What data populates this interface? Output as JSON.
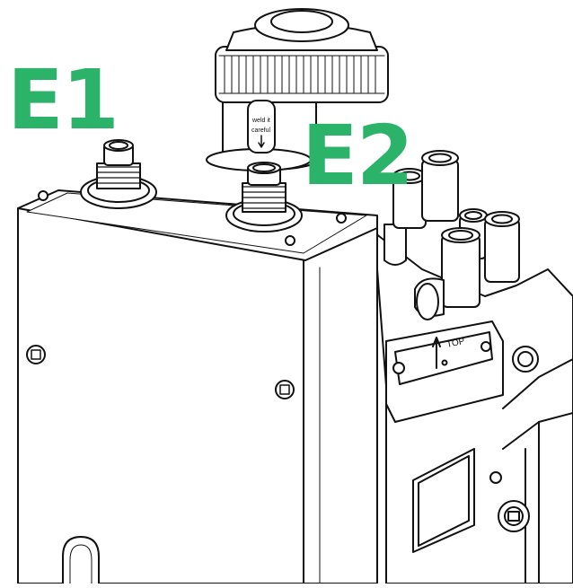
{
  "labels": {
    "e1": "E1",
    "e2": "E2"
  },
  "engraving": {
    "top_marker": "TOP",
    "lens_label_line1": "weld it",
    "lens_label_line2": "careful"
  },
  "colors": {
    "callout": "#2cb36a",
    "line": "#111111",
    "fill": "#ffffff"
  },
  "icons": {
    "arrow": "up-arrow",
    "screw": "hex-socket-screw"
  }
}
